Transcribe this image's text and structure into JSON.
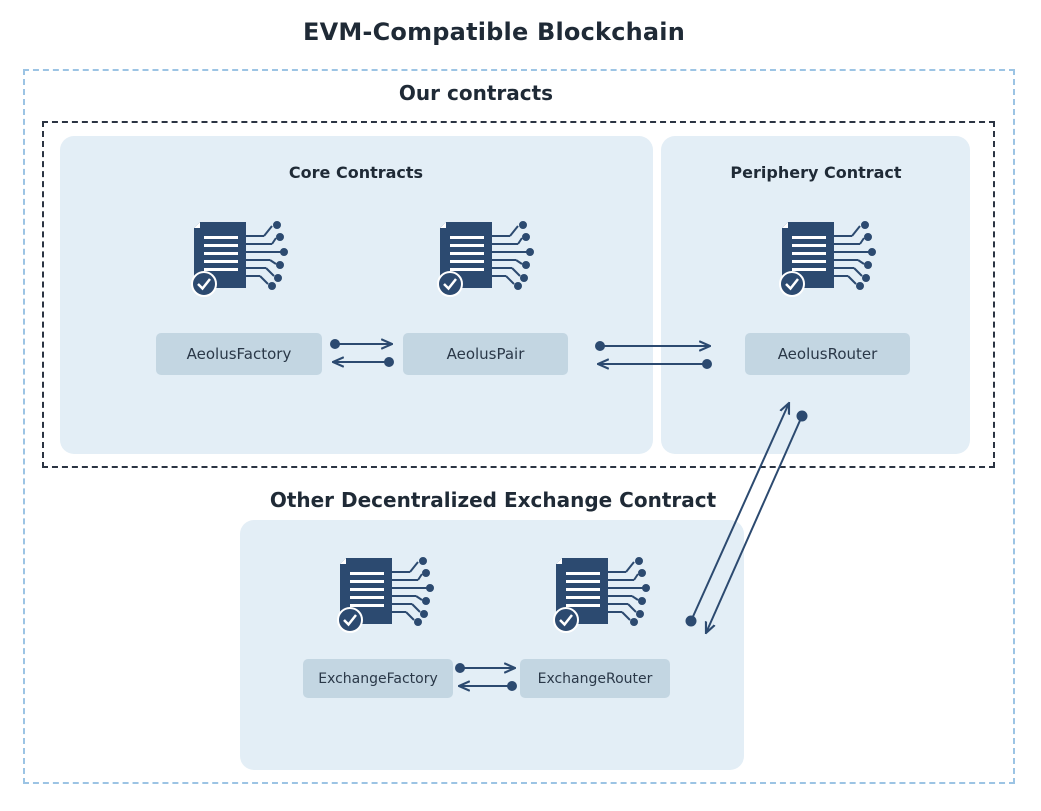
{
  "diagram": {
    "title": "EVM-Compatible Blockchain",
    "our_contracts": {
      "label": "Our contracts",
      "core": {
        "title": "Core Contracts",
        "factory": "AeolusFactory",
        "pair": "AeolusPair"
      },
      "periphery": {
        "title": "Periphery Contract",
        "router": "AeolusRouter"
      }
    },
    "other_exchange": {
      "title": "Other Decentralized Exchange Contract",
      "factory": "ExchangeFactory",
      "router": "ExchangeRouter"
    },
    "colors": {
      "outer_border": "#9cc4e4",
      "inner_border": "#2b3442",
      "panel_bg": "#e3eef6",
      "label_bg": "#c3d6e2",
      "icon": "#2c4a70",
      "arrow": "#2c4a70"
    },
    "icons": [
      "contract-document-icon",
      "checkmark-icon",
      "circuit-icon"
    ]
  }
}
